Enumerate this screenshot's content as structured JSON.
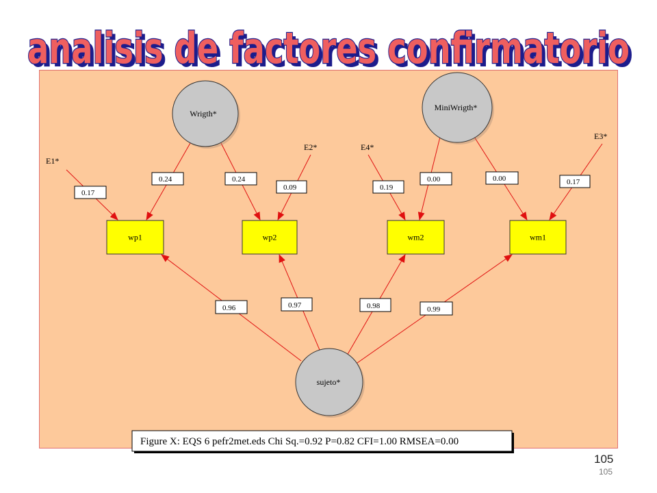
{
  "slide": {
    "title": "analisis de factores confirmatorio",
    "page_number": "105",
    "page_number_small": "105"
  },
  "colors": {
    "title_fill": "#ef5f5f",
    "title_outline": "#1c1c8c",
    "panel_bg": "#fdc99b",
    "panel_border": "#e07070",
    "latent_fill": "#c8c8c8",
    "observed_fill": "#ffff00",
    "arrow": "#e01010"
  },
  "diagram": {
    "latent_factors": [
      {
        "id": "wrigth",
        "label": "Wrigth*"
      },
      {
        "id": "miniwrigth",
        "label": "MiniWrigth*"
      },
      {
        "id": "sujeto",
        "label": "sujeto*"
      }
    ],
    "observed": [
      {
        "id": "wp1",
        "label": "wp1"
      },
      {
        "id": "wp2",
        "label": "wp2"
      },
      {
        "id": "wm2",
        "label": "wm2"
      },
      {
        "id": "wm1",
        "label": "wm1"
      }
    ],
    "errors": [
      {
        "id": "e1",
        "label": "E1*"
      },
      {
        "id": "e2",
        "label": "E2*"
      },
      {
        "id": "e4",
        "label": "E4*"
      },
      {
        "id": "e3",
        "label": "E3*"
      }
    ],
    "paths": [
      {
        "from": "e1",
        "to": "wp1",
        "coef": "0.17"
      },
      {
        "from": "wrigth",
        "to": "wp1",
        "coef": "0.24"
      },
      {
        "from": "wrigth",
        "to": "wp2",
        "coef": "0.24"
      },
      {
        "from": "e2",
        "to": "wp2",
        "coef": "0.09"
      },
      {
        "from": "e4",
        "to": "wm2",
        "coef": "0.19"
      },
      {
        "from": "miniwrigth",
        "to": "wm2",
        "coef": "0.00"
      },
      {
        "from": "miniwrigth",
        "to": "wm1",
        "coef": "0.00"
      },
      {
        "from": "e3",
        "to": "wm1",
        "coef": "0.17"
      },
      {
        "from": "sujeto",
        "to": "wp1",
        "coef": "0.96"
      },
      {
        "from": "sujeto",
        "to": "wp2",
        "coef": "0.97"
      },
      {
        "from": "sujeto",
        "to": "wm2",
        "coef": "0.98"
      },
      {
        "from": "sujeto",
        "to": "wm1",
        "coef": "0.99"
      }
    ],
    "caption": "Figure X: EQS 6 pefr2met.eds Chi Sq.=0.92 P=0.82 CFI=1.00 RMSEA=0.00"
  }
}
